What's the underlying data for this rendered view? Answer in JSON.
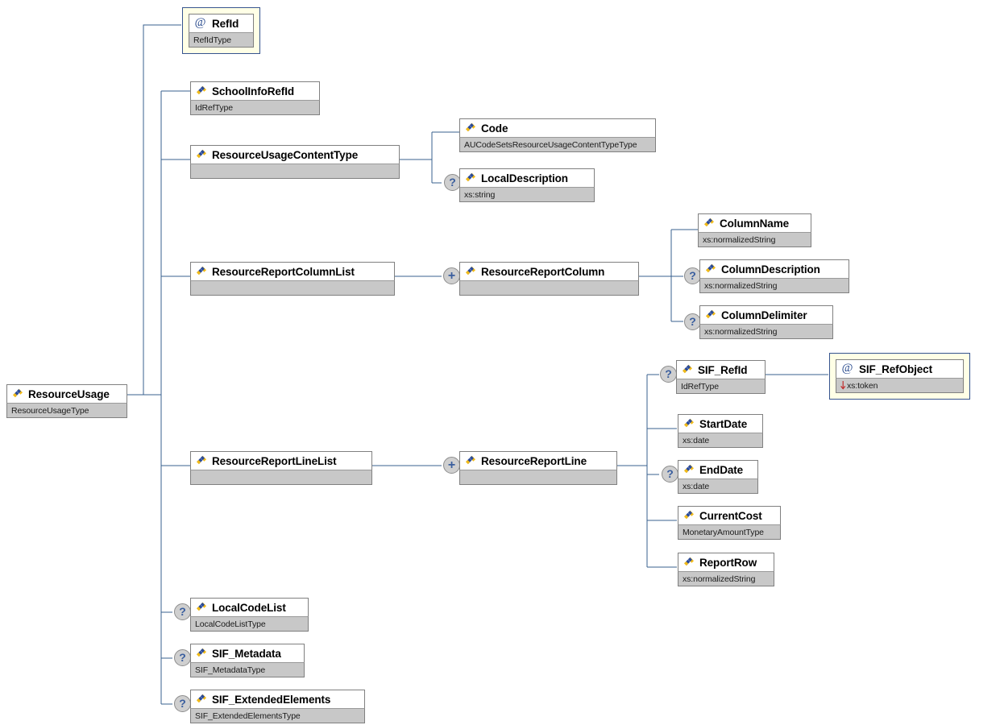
{
  "diagram": {
    "title": "ResourceUsage",
    "kind": "xsd-schema-tree",
    "colors": {
      "background": "#ffffff",
      "connector": "#39608f",
      "node_name_bg": "#ffffff",
      "node_type_bg": "#c8c8c8",
      "node_border": "#808080",
      "attribute_frame_bg": "#ffffe6",
      "attribute_frame_border": "#36548f",
      "badge_bg": "#cfcfcf",
      "badge_text": "#3a5e9e",
      "element_icon_blue": "#2a4b9b",
      "element_icon_yellow": "#f2bb18",
      "attribute_icon": "#26488c",
      "restriction_arrow": "#c02020"
    }
  },
  "nodes": {
    "resource_usage": {
      "name": "ResourceUsage",
      "type": "ResourceUsageType",
      "icon": "element-icon",
      "occurrence": "",
      "frame": "plain"
    },
    "ref_id": {
      "name": "RefId",
      "type": "RefIdType",
      "icon": "attribute-icon",
      "occurrence": "",
      "frame": "attribute"
    },
    "school_info_ref_id": {
      "name": "SchoolInfoRefId",
      "type": "IdRefType",
      "icon": "element-icon",
      "occurrence": "",
      "frame": "plain"
    },
    "resource_usage_content_type": {
      "name": "ResourceUsageContentType",
      "type": "",
      "icon": "element-icon",
      "occurrence": "",
      "frame": "plain"
    },
    "code": {
      "name": "Code",
      "type": "AUCodeSetsResourceUsageContentTypeType",
      "icon": "element-icon",
      "occurrence": "",
      "frame": "plain"
    },
    "local_description": {
      "name": "LocalDescription",
      "type": "xs:string",
      "icon": "element-icon",
      "occurrence": "?",
      "frame": "plain"
    },
    "resource_report_column_list": {
      "name": "ResourceReportColumnList",
      "type": "",
      "icon": "element-icon",
      "occurrence": "",
      "frame": "plain"
    },
    "resource_report_column": {
      "name": "ResourceReportColumn",
      "type": "",
      "icon": "element-icon",
      "occurrence": "+",
      "frame": "plain"
    },
    "column_name": {
      "name": "ColumnName",
      "type": "xs:normalizedString",
      "icon": "element-icon",
      "occurrence": "",
      "frame": "plain"
    },
    "column_description": {
      "name": "ColumnDescription",
      "type": "xs:normalizedString",
      "icon": "element-icon",
      "occurrence": "?",
      "frame": "plain"
    },
    "column_delimiter": {
      "name": "ColumnDelimiter",
      "type": "xs:normalizedString",
      "icon": "element-icon",
      "occurrence": "?",
      "frame": "plain"
    },
    "resource_report_line_list": {
      "name": "ResourceReportLineList",
      "type": "",
      "icon": "element-icon",
      "occurrence": "",
      "frame": "plain"
    },
    "resource_report_line": {
      "name": "ResourceReportLine",
      "type": "",
      "icon": "element-icon",
      "occurrence": "+",
      "frame": "plain"
    },
    "sif_ref_id": {
      "name": "SIF_RefId",
      "type": "IdRefType",
      "icon": "element-icon",
      "occurrence": "?",
      "frame": "plain"
    },
    "sif_ref_object": {
      "name": "SIF_RefObject",
      "type": "xs:token",
      "type_prefix": "restriction-arrow-icon",
      "icon": "attribute-icon",
      "occurrence": "",
      "frame": "attribute"
    },
    "start_date": {
      "name": "StartDate",
      "type": "xs:date",
      "icon": "element-icon",
      "occurrence": "",
      "frame": "plain"
    },
    "end_date": {
      "name": "EndDate",
      "type": "xs:date",
      "icon": "element-icon",
      "occurrence": "?",
      "frame": "plain"
    },
    "current_cost": {
      "name": "CurrentCost",
      "type": "MonetaryAmountType",
      "icon": "element-icon",
      "occurrence": "",
      "frame": "plain"
    },
    "report_row": {
      "name": "ReportRow",
      "type": "xs:normalizedString",
      "icon": "element-icon",
      "occurrence": "",
      "frame": "plain"
    },
    "local_code_list": {
      "name": "LocalCodeList",
      "type": "LocalCodeListType",
      "icon": "element-icon",
      "occurrence": "?",
      "frame": "plain"
    },
    "sif_metadata": {
      "name": "SIF_Metadata",
      "type": "SIF_MetadataType",
      "icon": "element-icon",
      "occurrence": "?",
      "frame": "plain"
    },
    "sif_extended_elements": {
      "name": "SIF_ExtendedElements",
      "type": "SIF_ExtendedElementsType",
      "icon": "element-icon",
      "occurrence": "?",
      "frame": "plain"
    }
  },
  "badges": {
    "optional": "?",
    "repeating": "+"
  }
}
